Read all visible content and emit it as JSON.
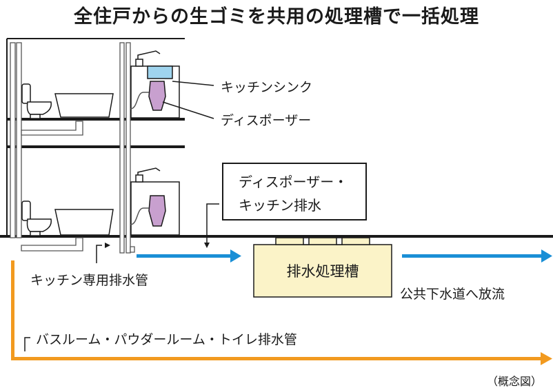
{
  "title": "全住戸からの生ゴミを共用の処理槽で一括処理",
  "labels": {
    "kitchen_sink": "キッチンシンク",
    "disposer": "ディスポーザー",
    "callout_line1": "ディスポーザー・",
    "callout_line2": "キッチン排水",
    "kitchen_pipe": "キッチン専用排水管",
    "treatment_tank": "排水処理槽",
    "discharge": "公共下水道へ放流",
    "bath_pipe": "バスルーム・パウダールーム・トイレ排水管",
    "note": "（概念図）"
  },
  "colors": {
    "kitchen_flow": "#1a8fd6",
    "bath_flow": "#f29a1f",
    "tank": "#fbf3c8",
    "sink_water": "#9fd4ee",
    "disposer": "#c8a0cf",
    "line": "#1a1a1a"
  }
}
